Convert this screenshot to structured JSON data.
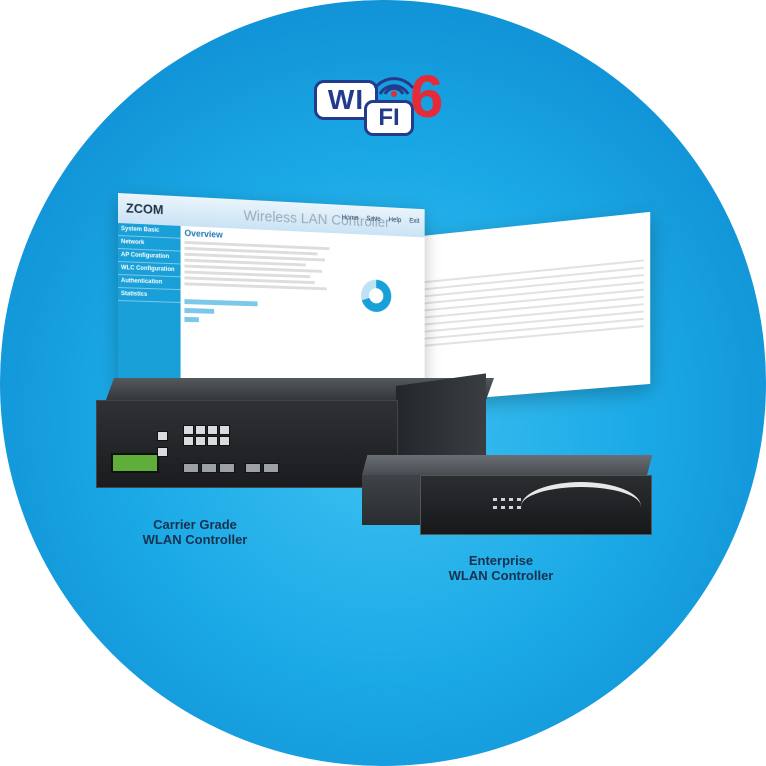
{
  "logo": {
    "wi": "WI",
    "fi": "FI",
    "six": "6"
  },
  "screen_large": {
    "brand": "ZCOM",
    "title": "Wireless LAN Controller",
    "nav": [
      "Home",
      "Save",
      "Help",
      "Exit"
    ],
    "sidebar": [
      "System Basic",
      "Network",
      "AP Configuration",
      "WLC Configuration",
      "Authentication",
      "Statistics"
    ],
    "section": "Overview"
  },
  "products": {
    "carrier_label_line1": "Carrier Grade",
    "carrier_label_line2": "WLAN Controller",
    "enterprise_label_line1": "Enterprise",
    "enterprise_label_line2": "WLAN Controller"
  },
  "colors": {
    "background": "#1ba9e6",
    "logo_blue": "#233b8c",
    "logo_red": "#e52a3a",
    "label": "#17324f"
  }
}
